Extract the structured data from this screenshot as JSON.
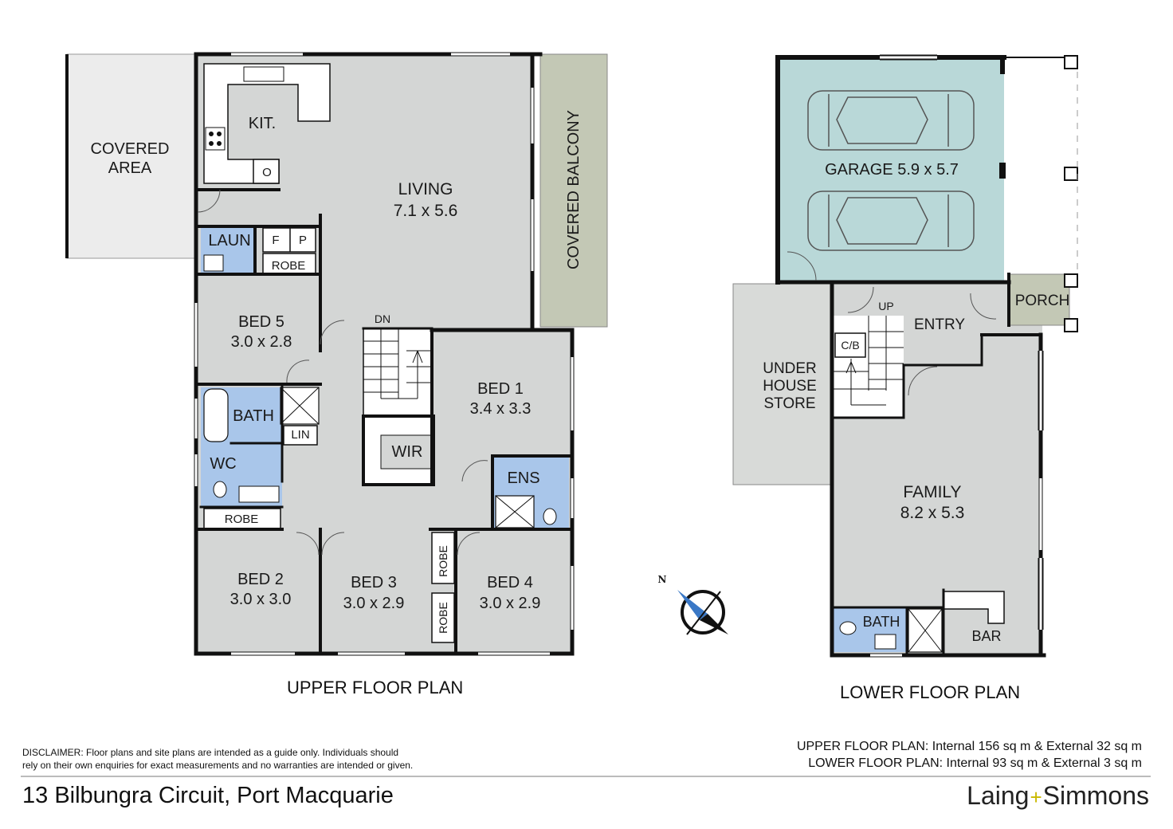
{
  "upper": {
    "title": "UPPER FLOOR PLAN",
    "covered_area": [
      "COVERED",
      "AREA"
    ],
    "kitchen": "KIT.",
    "oven": "O",
    "living": [
      "LIVING",
      "7.1 x 5.6"
    ],
    "balcony": "COVERED  BALCONY",
    "laundry": "LAUN",
    "fridge": "F",
    "pantry": "P",
    "robe_upper": "ROBE",
    "bed5": [
      "BED 5",
      "3.0 x 2.8"
    ],
    "stairs_down": "DN",
    "bed1": [
      "BED 1",
      "3.4 x 3.3"
    ],
    "bath": "BATH",
    "linen": "LIN",
    "wc": "WC",
    "wir": "WIR",
    "ensuite": "ENS",
    "robe_bed2": "ROBE",
    "bed2": [
      "BED 2",
      "3.0 x 3.0"
    ],
    "bed3": [
      "BED 3",
      "3.0 x 2.9"
    ],
    "robe_a": "ROBE",
    "robe_b": "ROBE",
    "bed4": [
      "BED 4",
      "3.0 x 2.9"
    ]
  },
  "lower": {
    "title": "LOWER FLOOR PLAN",
    "garage": "GARAGE  5.9 x 5.7",
    "porch": "PORCH",
    "stairs_up": "UP",
    "entry": "ENTRY",
    "cb": "C/B",
    "under_house_store": [
      "UNDER",
      "HOUSE",
      "STORE"
    ],
    "family": [
      "FAMILY",
      "8.2 x 5.3"
    ],
    "bath": "BATH",
    "bar": "BAR"
  },
  "compass": {
    "north": "N"
  },
  "disclaimer": [
    "DISCLAIMER: Floor plans and site plans are intended as a guide only. Individuals should",
    "rely on their own enquiries for exact measurements and no warranties are intended or given."
  ],
  "areas": [
    "UPPER FLOOR PLAN: Internal 156 sq m & External 32 sq m",
    "LOWER FLOOR PLAN: Internal 93 sq m & External 3 sq m"
  ],
  "address": "13 Bilbungra Circuit, Port Macquarie",
  "brand": {
    "left": "Laing",
    "right": "Simmons",
    "plus_color": "#c9b800"
  },
  "colors": {
    "room": "#d4d6d5",
    "wet": "#a9c6ea",
    "garage": "#b9d8d8",
    "balcony": "#c2c7b4",
    "exterior": "#e9eaea",
    "wall": "#111111"
  }
}
